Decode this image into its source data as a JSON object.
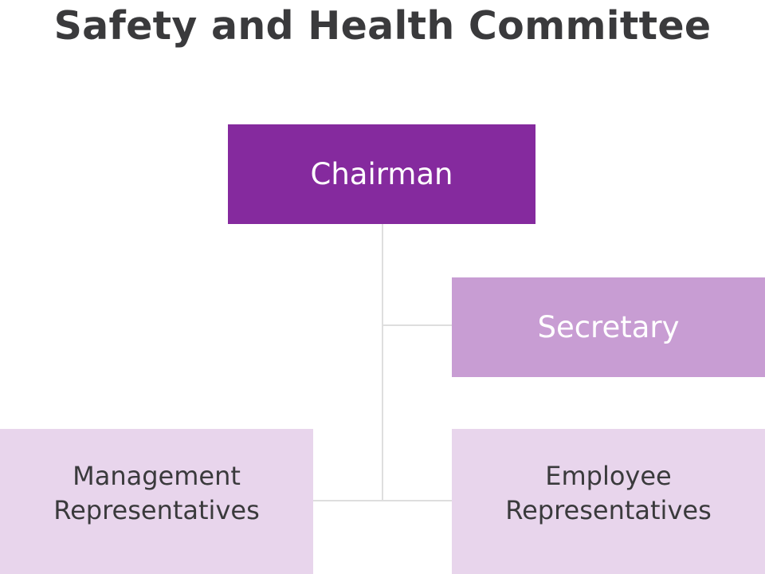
{
  "title": "Safety and Health Committee",
  "colors": {
    "chairman_fill": "#852a9e",
    "secretary_fill": "#c89dd3",
    "representatives_fill": "#e8d5ec",
    "connector": "#dedede",
    "title_text": "#3a3a3c"
  },
  "nodes": {
    "chairman": "Chairman",
    "secretary": "Secretary",
    "management": "Management\nRepresentatives",
    "employee": "Employee\nRepresentatives"
  }
}
